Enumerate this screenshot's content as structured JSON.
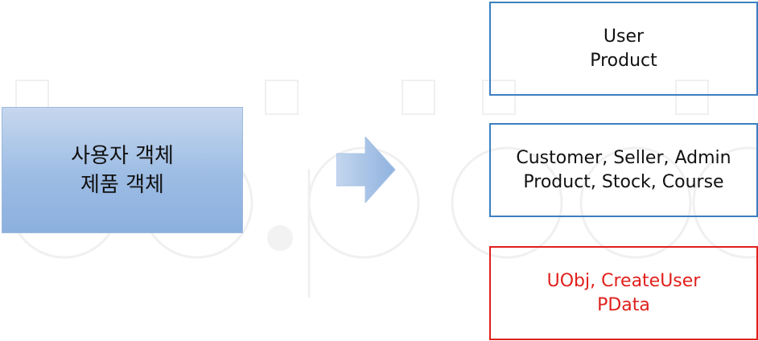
{
  "source": {
    "lines": [
      "사용자 객체",
      "제품 객체"
    ]
  },
  "targets": [
    {
      "lines": [
        "User",
        "Product"
      ],
      "border_color": "#3c7fc0",
      "text_color": "#111111"
    },
    {
      "lines": [
        "Customer, Seller, Admin",
        "Product, Stock, Course"
      ],
      "border_color": "#3c7fc0",
      "text_color": "#111111"
    },
    {
      "lines": [
        "UObj, CreateUser",
        "PData"
      ],
      "border_color": "#e0201c",
      "text_color": "#e0201c"
    }
  ],
  "colors": {
    "source_fill": "#9cbce4",
    "arrow_fill": "#9cbce4"
  }
}
